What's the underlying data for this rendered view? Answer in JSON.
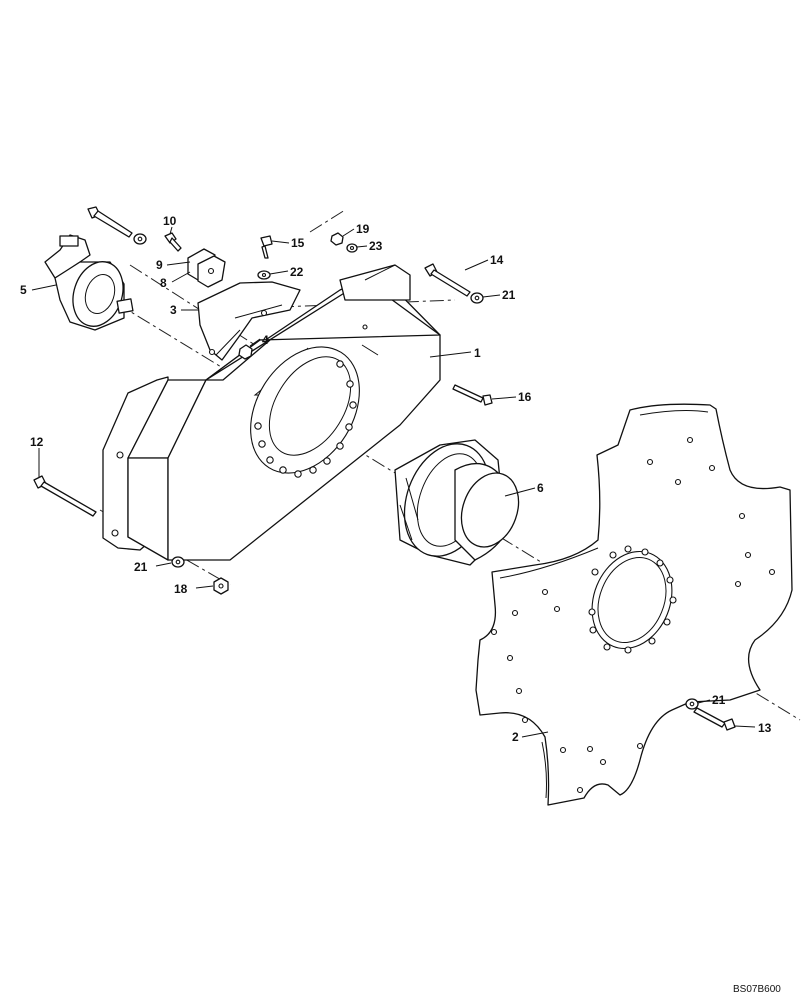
{
  "drawing_code": "BS07B600",
  "callouts": [
    {
      "id": "c1",
      "label": "1"
    },
    {
      "id": "c2",
      "label": "2"
    },
    {
      "id": "c3",
      "label": "3"
    },
    {
      "id": "c4",
      "label": "4"
    },
    {
      "id": "c5",
      "label": "5"
    },
    {
      "id": "c6",
      "label": "6"
    },
    {
      "id": "c8",
      "label": "8"
    },
    {
      "id": "c9",
      "label": "9"
    },
    {
      "id": "c10",
      "label": "10"
    },
    {
      "id": "c12",
      "label": "12"
    },
    {
      "id": "c13",
      "label": "13"
    },
    {
      "id": "c14",
      "label": "14"
    },
    {
      "id": "c15",
      "label": "15"
    },
    {
      "id": "c16",
      "label": "16"
    },
    {
      "id": "c18",
      "label": "18"
    },
    {
      "id": "c19",
      "label": "19"
    },
    {
      "id": "c21a",
      "label": "21"
    },
    {
      "id": "c21b",
      "label": "21"
    },
    {
      "id": "c21c",
      "label": "21"
    },
    {
      "id": "c22",
      "label": "22"
    },
    {
      "id": "c23",
      "label": "23"
    }
  ]
}
